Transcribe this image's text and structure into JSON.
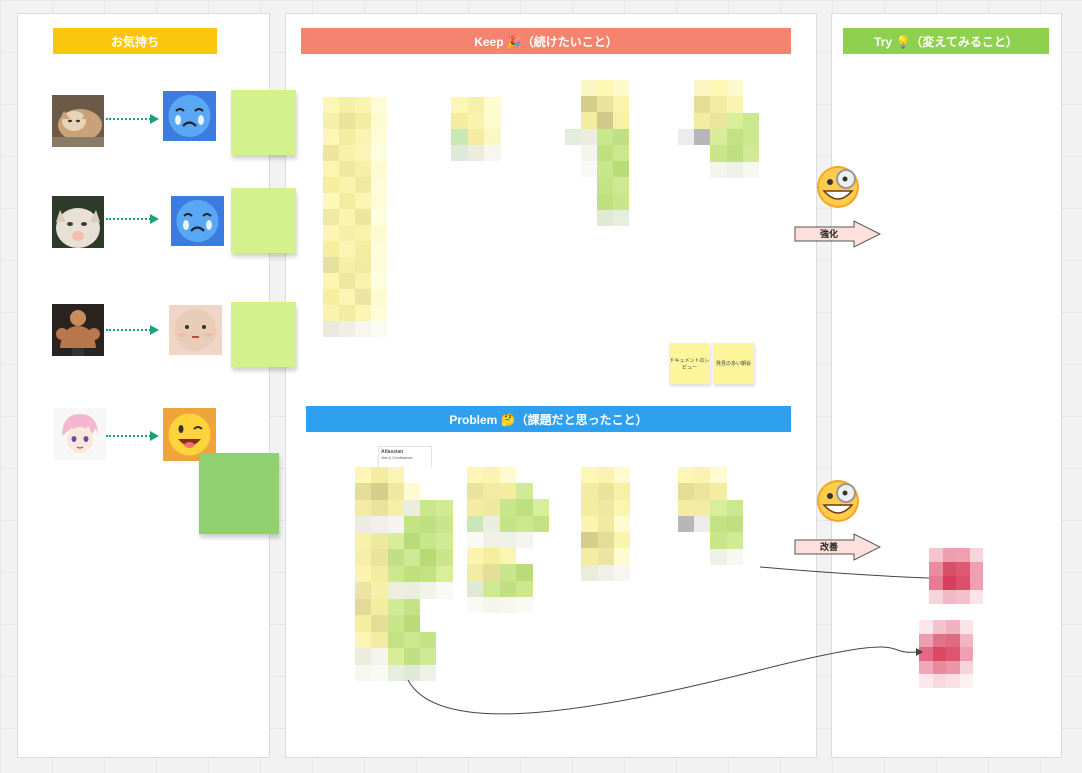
{
  "columns": {
    "feelings": {
      "title": "お気持ち",
      "color": "#fcc60e"
    },
    "keep": {
      "title": "Keep 🎉（続けたいこと）",
      "color": "#f6836f"
    },
    "problem": {
      "title": "Problem 🤔（課題だと思ったこと）",
      "color": "#2f9ff0"
    },
    "try": {
      "title": "Try 💡（変えてみること）",
      "color": "#8fd14f"
    }
  },
  "keep_notes": {
    "note1": "ドキュメントのレビュー",
    "note2": "発見の多い朝会"
  },
  "arrows": {
    "strengthen": "強化",
    "improve": "改善"
  },
  "card": {
    "title": "Atlassian",
    "subtitle": "Jira & Confluence"
  },
  "icons": {
    "cat1": "cat-photo-icon",
    "cat2": "cat-photo-icon",
    "muscle": "muscle-man-icon",
    "anime": "anime-girl-icon",
    "sad": "crying-face-icon",
    "neutral": "neutral-face-icon",
    "happy": "happy-face-icon",
    "thinker": "monocle-face-icon"
  }
}
